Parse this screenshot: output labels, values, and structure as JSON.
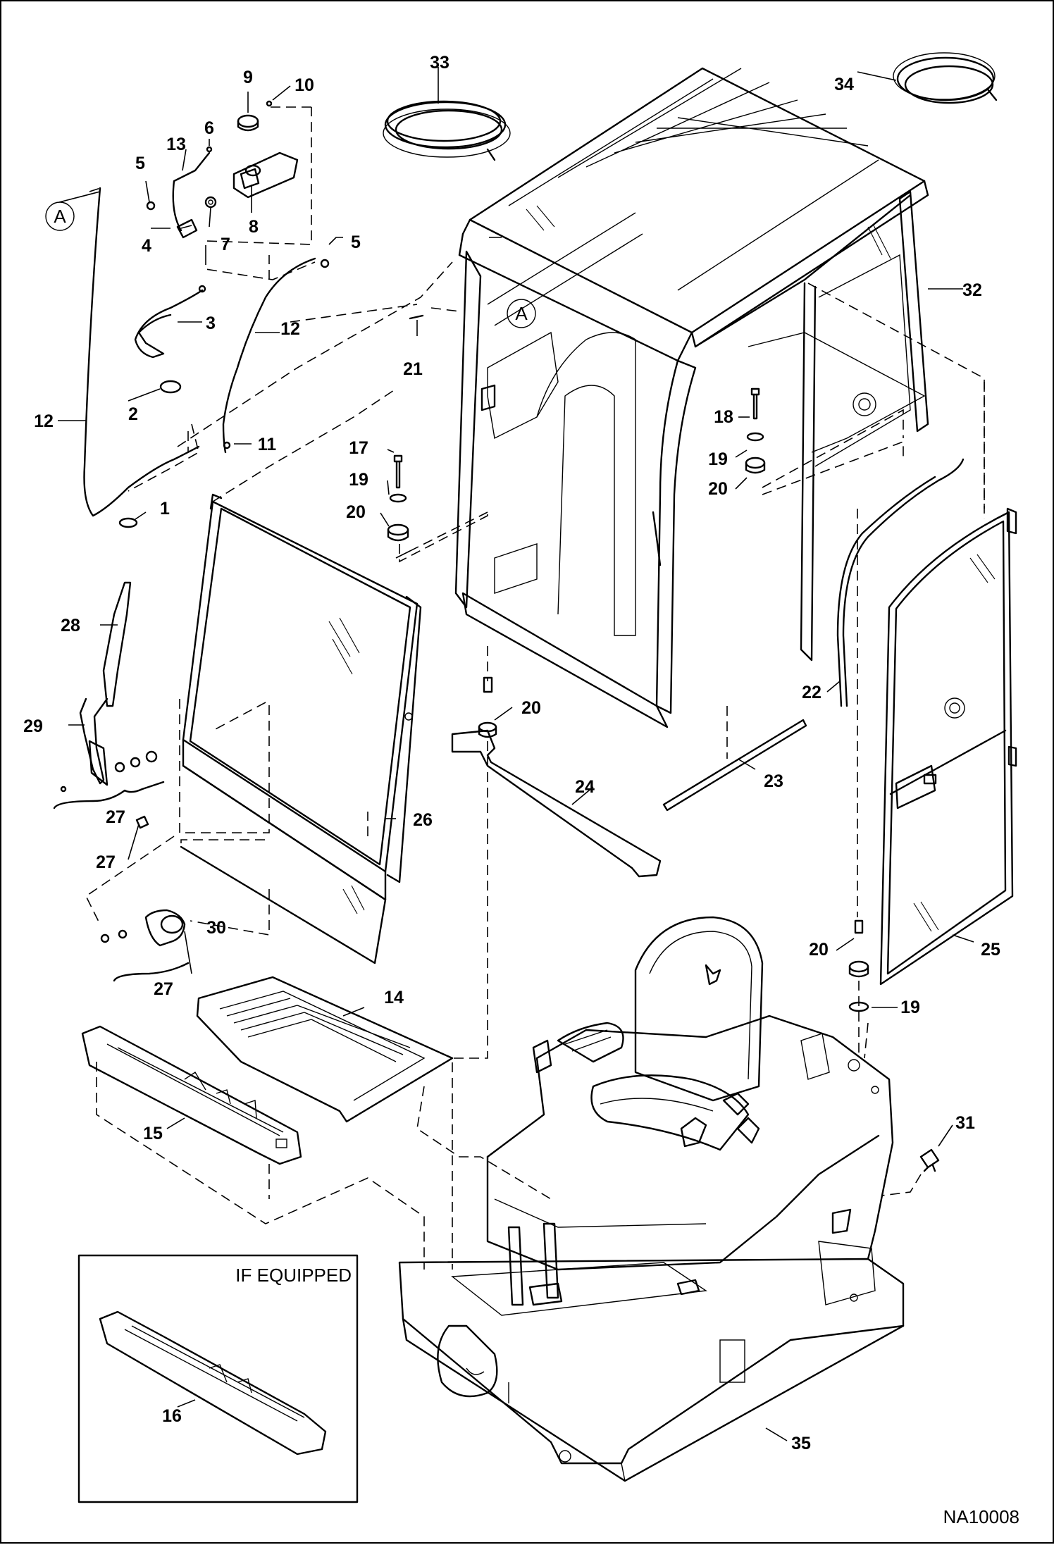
{
  "diagram_id": "NA10008",
  "inset_title": "IF EQUIPPED",
  "callout_a": "A",
  "labels": {
    "p1": "1",
    "p2": "2",
    "p3": "3",
    "p4": "4",
    "p5a": "5",
    "p5b": "5",
    "p6": "6",
    "p7": "7",
    "p8": "8",
    "p9": "9",
    "p10": "10",
    "p11": "11",
    "p12a": "12",
    "p12b": "12",
    "p13": "13",
    "p14": "14",
    "p15": "15",
    "p16": "16",
    "p17": "17",
    "p18": "18",
    "p19a": "19",
    "p19b": "19",
    "p19c": "19",
    "p20a": "20",
    "p20b": "20",
    "p20c": "20",
    "p20d": "20",
    "p21": "21",
    "p22": "22",
    "p23": "23",
    "p24": "24",
    "p25": "25",
    "p26": "26",
    "p27a": "27",
    "p27b": "27",
    "p27c": "27",
    "p28": "28",
    "p29": "29",
    "p30": "30",
    "p31": "31",
    "p32": "32",
    "p33": "33",
    "p34": "34",
    "p35": "35"
  }
}
